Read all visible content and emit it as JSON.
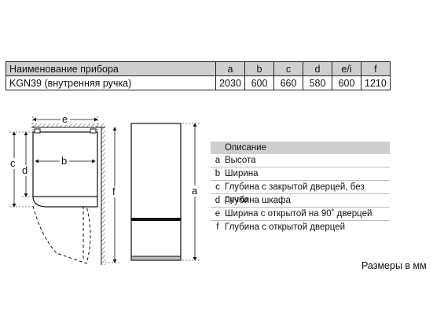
{
  "table": {
    "headers": [
      "Наименование прибора",
      "a",
      "b",
      "c",
      "d",
      "e/i",
      "f"
    ],
    "row": [
      "KGN39 (внутренняя ручка)",
      "2030",
      "600",
      "660",
      "580",
      "600",
      "1210"
    ]
  },
  "diagram_labels": {
    "e": "e",
    "b": "b",
    "c": "c",
    "d": "d",
    "f": "f",
    "a": "a"
  },
  "legend": {
    "title": "Описание",
    "items": [
      {
        "key": "a",
        "text": "Высота"
      },
      {
        "key": "b",
        "text": "Ширина"
      },
      {
        "key": "c",
        "text": "Глубина с закрытой дверцей, без ручки"
      },
      {
        "key": "d",
        "text": "Глубина шкафа"
      },
      {
        "key": "e",
        "text": "Ширина с открытой на 90˚ дверцей"
      },
      {
        "key": "f",
        "text": "Глубина с открытой дверцей"
      }
    ]
  },
  "units_note": "Размеры в мм"
}
